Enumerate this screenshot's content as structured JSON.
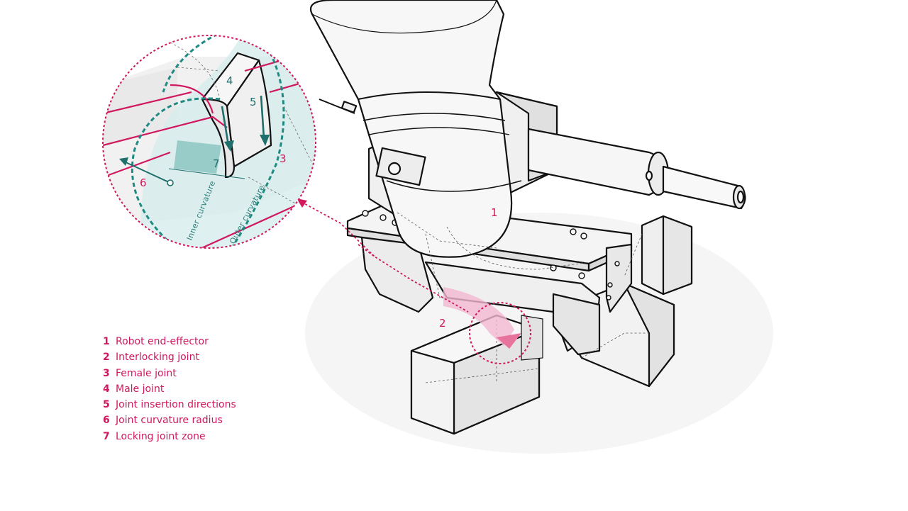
{
  "callouts": {
    "c1": "1",
    "c2": "2",
    "c3": "3",
    "c4": "4",
    "c5": "5",
    "c6": "6",
    "c7": "7"
  },
  "curvature_labels": {
    "inner": "Inner curvature",
    "outer": "Outer curvature"
  },
  "legend": [
    {
      "number": "1",
      "label": "Robot end-effector"
    },
    {
      "number": "2",
      "label": "Interlocking joint"
    },
    {
      "number": "3",
      "label": "Female joint"
    },
    {
      "number": "4",
      "label": "Male joint"
    },
    {
      "number": "5",
      "label": "Joint insertion directions"
    },
    {
      "number": "6",
      "label": "Joint curvature radius"
    },
    {
      "number": "7",
      "label": "Locking joint zone"
    }
  ],
  "colors": {
    "accent_magenta": "#d0185e",
    "accent_teal": "#1f8a82",
    "outline": "#111111",
    "fill_light": "#f2f2f2"
  }
}
